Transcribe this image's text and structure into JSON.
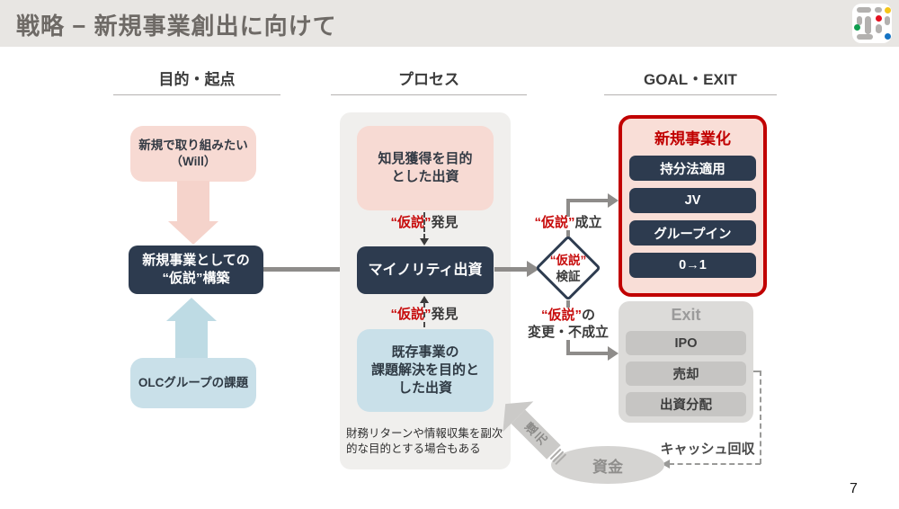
{
  "header": {
    "title": "戦略 − 新規事業創出に向けて"
  },
  "columns": {
    "purpose_label": "目的・起点",
    "process_label": "プロセス",
    "goal_label": "GOAL・EXIT"
  },
  "purpose": {
    "will_box": {
      "line1": "新規で取り組みたい",
      "line2": "（Will）"
    },
    "hypothesis_box": {
      "line1": "新規事業としての",
      "line2": "“仮説”構築"
    },
    "olc_box": {
      "label": "OLCグループの課題"
    }
  },
  "process": {
    "knowledge_box": {
      "line1": "知見獲得を目的",
      "line2": "とした出資"
    },
    "hyp_found_top": {
      "em": "“仮説”",
      "rest": "発見"
    },
    "minority_box": {
      "label": "マイノリティ出資"
    },
    "hyp_found_bottom": {
      "em": "“仮説”",
      "rest": "発見"
    },
    "existing_box": {
      "line1": "既存事業の",
      "line2": "課題解決を目的と",
      "line3": "した出資"
    },
    "note": "財務リターンや情報収集を副次的な目的とする場合もある"
  },
  "decision": {
    "diamond": {
      "em": "“仮説”",
      "rest": "検証"
    },
    "success": {
      "em": "“仮説”",
      "rest": "成立"
    },
    "failure": {
      "em": "“仮説”",
      "rest_line1": "の",
      "line2": "変更・不成立"
    }
  },
  "goal": {
    "new_business": {
      "title": "新規事業化",
      "items": [
        "持分法適用",
        "JV",
        "グループイン",
        "0→1"
      ]
    },
    "exit": {
      "title": "Exit",
      "items": [
        "IPO",
        "売却",
        "出資分配"
      ]
    },
    "cash_recovery_label": "キャッシュ回収",
    "funds_label": "資金",
    "return_label": "還元"
  },
  "page": {
    "number": "7"
  },
  "colors": {
    "accent_red": "#c10000",
    "navy": "#2d3b4f",
    "pink": "#f7dad3",
    "light_blue": "#c9e0e9",
    "header_gray": "#e8e6e3"
  }
}
